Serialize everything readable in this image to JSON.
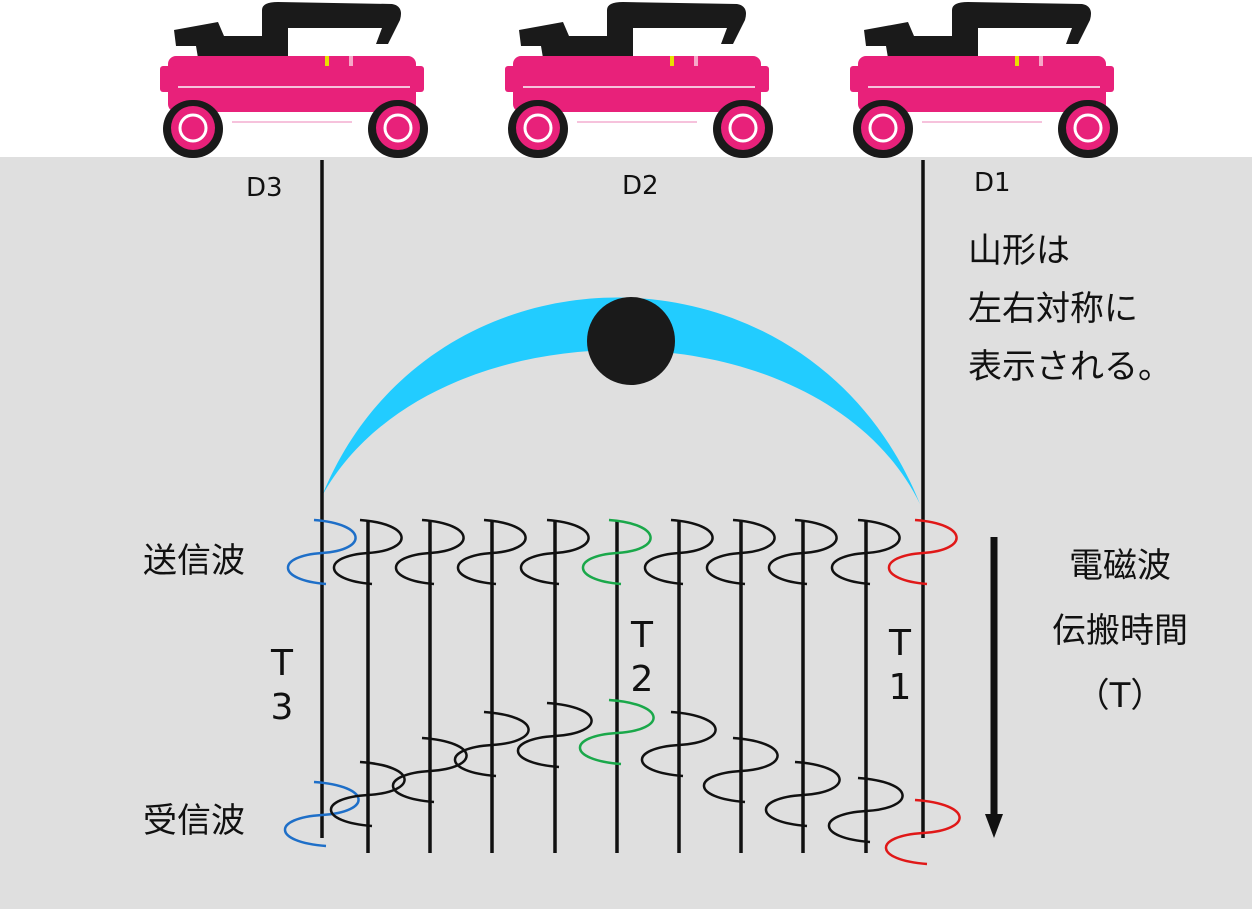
{
  "colors": {
    "ground": "#dfdfdf",
    "device_body": "#e8217a",
    "device_handle": "#1a1a1a",
    "hyperbola": "#22ccff",
    "target": "#1a1a1a",
    "wave_black": "#111111",
    "wave_blue": "#1e6fc8",
    "wave_green": "#1aa84a",
    "wave_red": "#e01818"
  },
  "icons": [
    "gpr-cart-icon"
  ],
  "positions": {
    "d1": "D1",
    "d2": "D2",
    "d3": "D3"
  },
  "note": "山形は\n左右対称に\n表示される。",
  "labels": {
    "transmit": "送信波",
    "receive": "受信波"
  },
  "times": {
    "t1": "T\n1",
    "t2": "T\n2",
    "t3": "T\n3"
  },
  "axis_label": "電磁波\n伝搬時間\n（T）"
}
